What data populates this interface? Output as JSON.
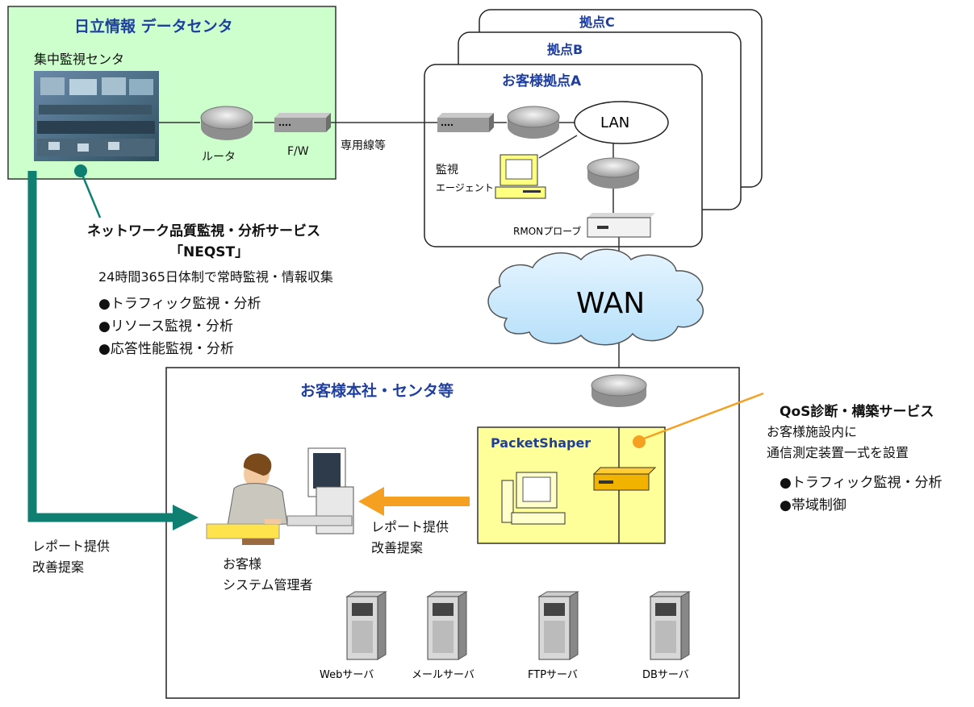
{
  "datacenter": {
    "title": "日立情報 データセンタ",
    "sub": "集中監視センタ"
  },
  "devices": {
    "router": "ルータ",
    "fw": "F/W",
    "line": "専用線等",
    "agent_line1": "監視",
    "agent_line2": "エージェント",
    "rmon": "RMONプローブ",
    "lan": "LAN",
    "wan": "WAN"
  },
  "sites": {
    "c": "拠点C",
    "b": "拠点B",
    "a": "お客様拠点A"
  },
  "service_neqst": {
    "title": "ネットワーク品質監視・分析サービス",
    "name": "「NEQST」",
    "desc": "24時間365日体制で常時監視・情報収集",
    "items": [
      "●トラフィック監視・分析",
      "●リソース監視・分析",
      "●応答性能監視・分析"
    ]
  },
  "hq": {
    "title": "お客様本社・センタ等",
    "packetshaper": "PacketShaper",
    "report_right_1": "レポート提供",
    "report_right_2": "改善提案",
    "admin_1": "お客様",
    "admin_2": "システム管理者"
  },
  "report_left": {
    "line1": "レポート提供",
    "line2": "改善提案"
  },
  "qos": {
    "title": "QoS診断・構築サービス",
    "line1": "お客様施設内に",
    "line2": "通信測定装置一式を設置",
    "items": [
      "●トラフィック監視・分析",
      "●帯域制御"
    ]
  },
  "servers": [
    "Webサーバ",
    "メールサーバ",
    "FTPサーバ",
    "DBサーバ"
  ],
  "colors": {
    "datacenter_bg": "#ccffcc",
    "packetshaper_bg": "#ffff99",
    "teal_arrow": "#0f7f72",
    "orange_arrow": "#f5a020",
    "title_blue": "#1f3fa0"
  }
}
